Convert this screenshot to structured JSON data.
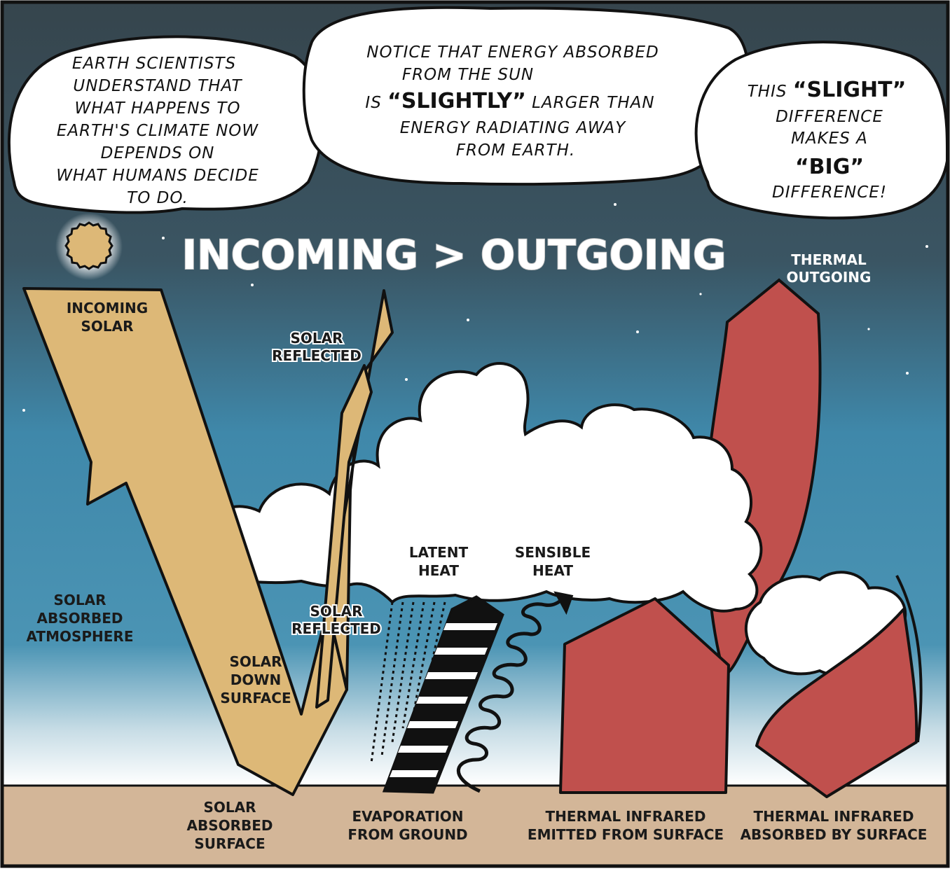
{
  "bubbles": {
    "left": [
      "EARTH SCIENTISTS",
      "UNDERSTAND THAT",
      "WHAT HAPPENS TO",
      "EARTH'S CLIMATE NOW",
      "DEPENDS ON",
      "WHAT HUMANS DECIDE",
      "TO DO."
    ],
    "middle": {
      "line1": "NOTICE THAT ENERGY ABSORBED",
      "line2": "FROM THE SUN",
      "line3_pre": "IS ",
      "line3_bold": "“SLIGHTLY”",
      "line3_post": " LARGER THAN",
      "line4": "ENERGY RADIATING AWAY",
      "line5": "FROM EARTH."
    },
    "right": {
      "line1_pre": "THIS ",
      "line1_bold": "“SLIGHT”",
      "line2": "DIFFERENCE",
      "line3": "MAKES A",
      "line4_bold": "“BIG”",
      "line5": "DIFFERENCE!"
    }
  },
  "headline": "INCOMING > OUTGOING",
  "labels": {
    "incoming_solar": [
      "INCOMING",
      "SOLAR"
    ],
    "solar_reflected_top": [
      "SOLAR",
      "REFLECTED"
    ],
    "solar_reflected_low": [
      "SOLAR",
      "REFLECTED"
    ],
    "solar_absorbed_atmosphere": [
      "SOLAR",
      "ABSORBED",
      "ATMOSPHERE"
    ],
    "solar_down_surface": [
      "SOLAR",
      "DOWN",
      "SURFACE"
    ],
    "latent_heat": [
      "LATENT",
      "HEAT"
    ],
    "sensible_heat": [
      "SENSIBLE",
      "HEAT"
    ],
    "thermal_outgoing": [
      "THERMAL",
      "OUTGOING"
    ],
    "solar_absorbed_surface": [
      "SOLAR",
      "ABSORBED",
      "SURFACE"
    ],
    "evaporation": [
      "EVAPORATION",
      "FROM GROUND"
    ],
    "thermal_emitted": [
      "THERMAL INFRARED",
      "EMITTED FROM SURFACE"
    ],
    "thermal_absorbed": [
      "THERMAL INFRARED",
      "ABSORBED BY SURFACE"
    ]
  },
  "colors": {
    "solar": "#DDB877",
    "thermal": "#C0504D",
    "ground": "#D3B698",
    "sky_top": "#38474F",
    "sky_mid": "#3F89AB",
    "cloud": "#FFFFFF",
    "outline": "#111111"
  }
}
